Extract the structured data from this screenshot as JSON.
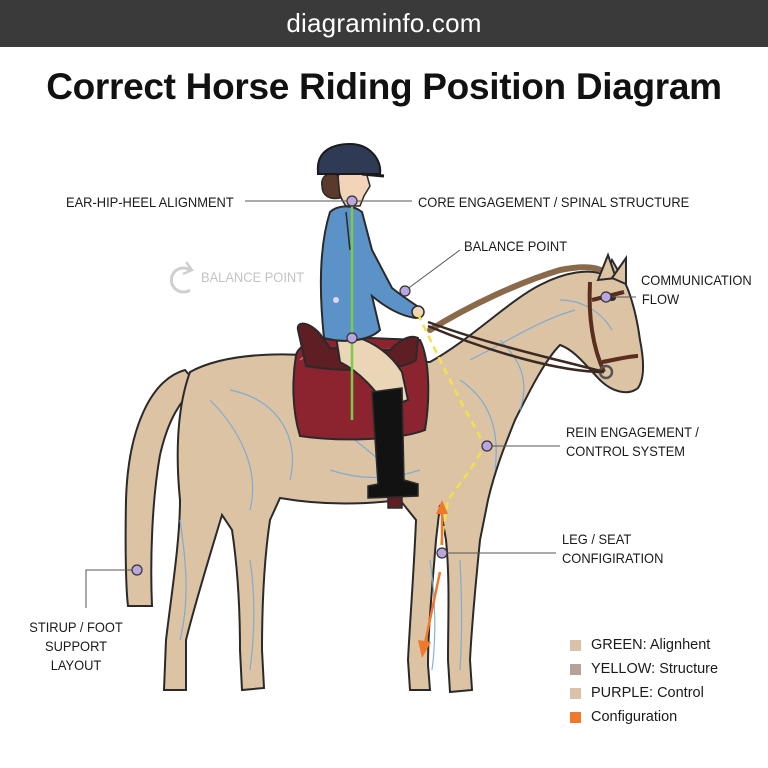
{
  "site": {
    "name": "diagraminfo.com"
  },
  "title": "Correct Horse Riding Position Diagram",
  "labels": {
    "ear_hip_heel": "EAR-HIP-HEEL ALIGNMENT",
    "core": "CORE ENGAGEMENT / SPINAL STRUCTURE",
    "balance_point": "BALANCE POINT",
    "balance_point_ghost": "BALANCE POINT",
    "communication_line1": "COMMUNICATION",
    "communication_line2": "FLOW",
    "rein_line1": "REIN ENGAGEMENT /",
    "rein_line2": "CONTROL SYSTEM",
    "leg_line1": "LEG / SEAT",
    "leg_line2": "CONFIGIRATION",
    "stirup_line1": "STIRUP / FOOT",
    "stirup_line2": "SUPPORT",
    "stirup_line3": "LAYOUT"
  },
  "legend": [
    {
      "text": "GREEN: Alignhent",
      "color": "#d9c2a7"
    },
    {
      "text": "YELLOW: Structure",
      "color": "#b7a29a"
    },
    {
      "text": "PURPLE: Control",
      "color": "#d9c2a7"
    },
    {
      "text": "Configuration",
      "color": "#f0782a"
    }
  ],
  "colors": {
    "horse_body": "#dcc3a4",
    "horse_vein": "#6fa8d8",
    "saddle_pad": "#8c2430",
    "jacket": "#5b93c9",
    "helmet": "#2f3b55",
    "alignment_line": "#7dc94a",
    "structure_line": "#f2e14a",
    "configuration_arrow": "#f0782a",
    "marker": "#b9a6e0"
  }
}
